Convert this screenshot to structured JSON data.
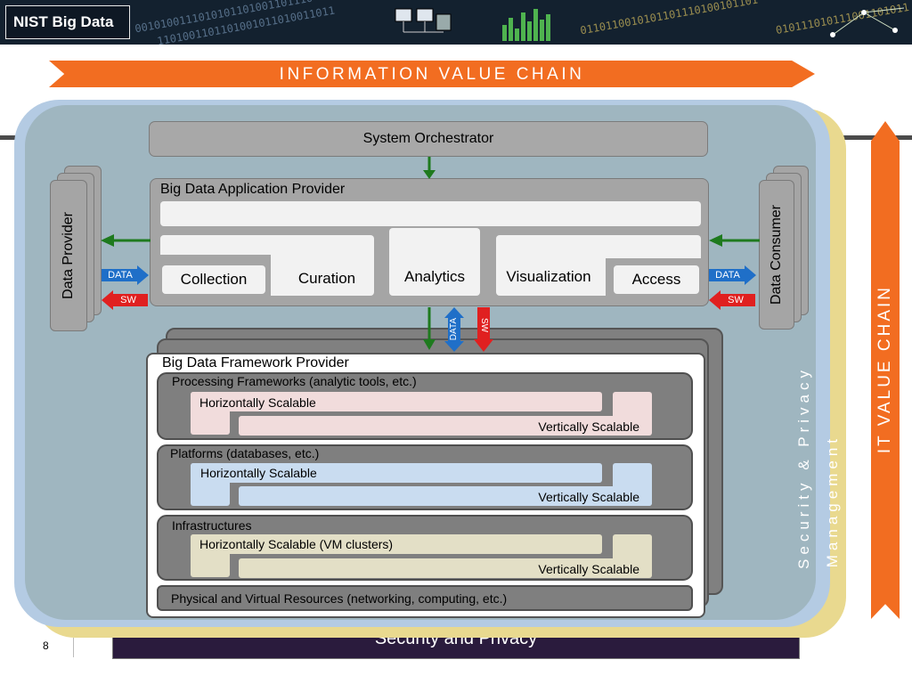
{
  "header": {
    "title": "NIST Big Data",
    "binary_rows": [
      "0010100111010101101001101110",
      "1101001101101001011010011011",
      "0110110010101101110100101101",
      "010111010111001101011"
    ]
  },
  "information_value_chain": "INFORMATION VALUE CHAIN",
  "it_value_chain": "IT VALUE CHAIN",
  "security_privacy_vertical": "Security & Privacy",
  "management_vertical": "Management",
  "security_and_privacy": "Security and Privacy",
  "page_number": "8",
  "system_orchestrator": "System Orchestrator",
  "data_provider": "Data Provider",
  "data_consumer": "Data Consumer",
  "arrow_tags": {
    "data": "DATA",
    "sw": "SW"
  },
  "application_provider": {
    "title": "Big Data Application Provider",
    "collection": "Collection",
    "curation": "Curation",
    "analytics": "Analytics",
    "visualization": "Visualization",
    "access": "Access"
  },
  "framework_provider": {
    "title": "Big Data Framework Provider",
    "processing": {
      "title": "Processing Frameworks (analytic tools, etc.)",
      "horizontal": "Horizontally Scalable",
      "vertical": "Vertically Scalable",
      "color": "#f1dcdc"
    },
    "platforms": {
      "title": "Platforms (databases, etc.)",
      "horizontal": "Horizontally Scalable",
      "vertical": "Vertically Scalable",
      "color": "#c9dcf0"
    },
    "infrastructures": {
      "title": "Infrastructures",
      "horizontal": "Horizontally Scalable (VM clusters)",
      "vertical": "Vertically Scalable",
      "color": "#e3dfc6"
    },
    "physical": "Physical and Virtual Resources (networking, computing, etc.)"
  },
  "colors": {
    "orange": "#f26d21",
    "green_arrow": "#1e7a1e",
    "data_blue": "#1f6fc8",
    "sw_red": "#e02020",
    "header_bg": "#13212f",
    "security_bar": "#2a1b3d"
  }
}
